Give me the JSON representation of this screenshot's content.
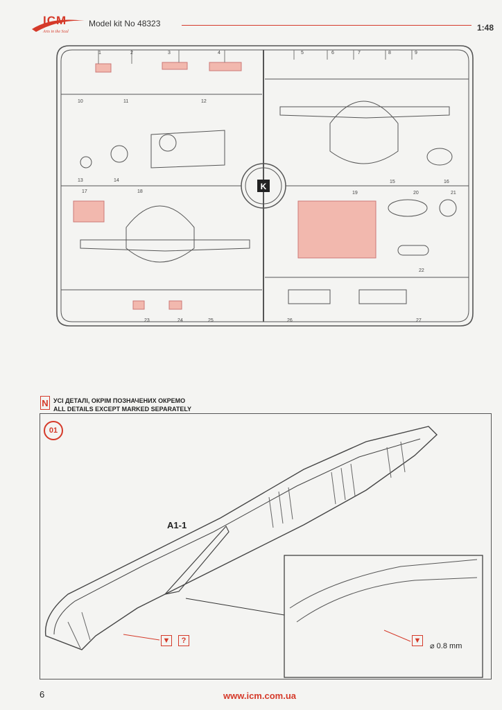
{
  "header": {
    "logo_text": "ICM",
    "logo_tagline": "Arts in the Scal",
    "model_kit": "Model kit No 48323",
    "scale": "1:48"
  },
  "sprue": {
    "letter": "K",
    "part_numbers": [
      "1",
      "2",
      "3",
      "4",
      "5",
      "6",
      "7",
      "8",
      "9",
      "10",
      "11",
      "12",
      "13",
      "14",
      "15",
      "16",
      "17",
      "18",
      "19",
      "20",
      "21",
      "22",
      "23",
      "24",
      "25",
      "26",
      "27"
    ]
  },
  "section": {
    "badge": "N",
    "title_ua": "УСІ ДЕТАЛІ, ОКРІМ ПОЗНАЧЕНИХ ОКРЕМО",
    "title_en": "ALL DETAILS EXCEPT MARKED SEPARATELY"
  },
  "step": {
    "number": "01",
    "part_label": "A1-1",
    "drill_note": "⌀ 0.8 mm",
    "question_mark": "?"
  },
  "footer": {
    "page_number": "6",
    "url": "www.icm.com.ua"
  },
  "colors": {
    "accent": "#d53a2a",
    "highlight": "#f2b8ae"
  }
}
